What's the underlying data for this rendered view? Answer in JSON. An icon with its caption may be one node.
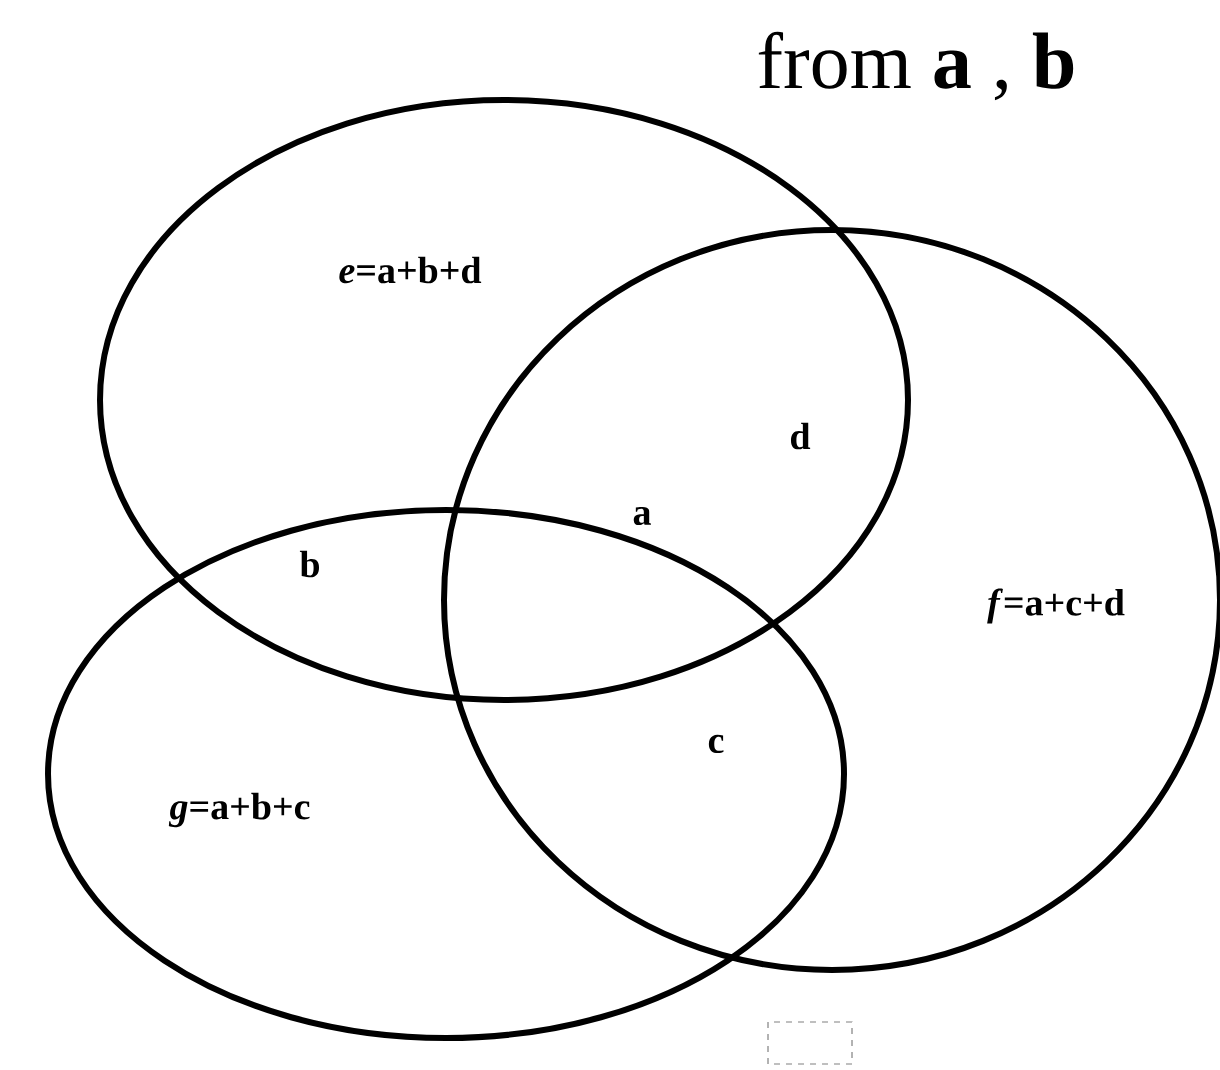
{
  "diagram": {
    "title": "from **a** , **b**",
    "nodes": [
      {
        "text": [
          "*e*=a+b+d"
        ]
      },
      {
        "text": [
          "*f*=a+c+d"
        ]
      },
      {
        "text": [
          "*g*=a+b+c"
        ]
      }
    ],
    "edges": [],
    "labels": [
      "d",
      "b",
      "a",
      "c"
    ]
  }
}
